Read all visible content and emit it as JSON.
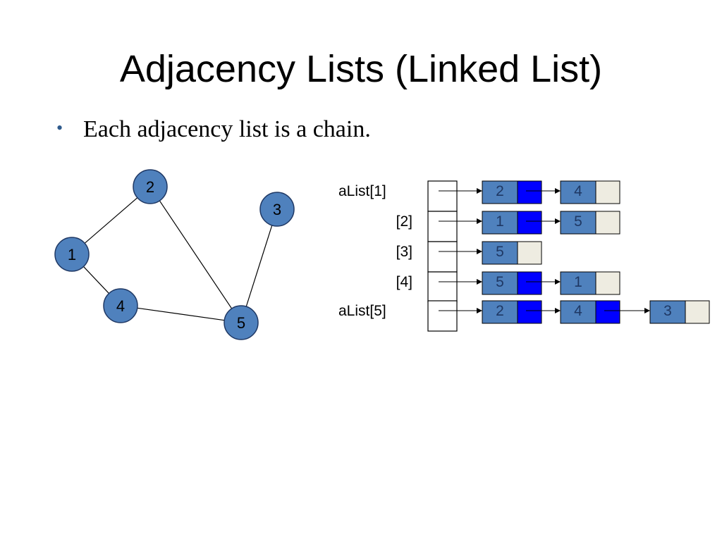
{
  "slide": {
    "title": "Adjacency Lists (Linked List)",
    "bullet": "Each adjacency list is a chain."
  },
  "colors": {
    "node_fill": "#4f81bd",
    "node_stroke": "#1f3864",
    "pointer_fill": "#0000ff",
    "null_fill": "#eeece1",
    "text_dark": "#1f3864"
  },
  "graph": {
    "nodes": [
      "1",
      "2",
      "3",
      "4",
      "5"
    ],
    "edges": [
      [
        "1",
        "2"
      ],
      [
        "1",
        "4"
      ],
      [
        "2",
        "5"
      ],
      [
        "4",
        "5"
      ],
      [
        "3",
        "5"
      ]
    ]
  },
  "adjacency": {
    "rows": [
      {
        "label": "aList[1]",
        "list": [
          "2",
          "4"
        ]
      },
      {
        "label": "[2]",
        "list": [
          "1",
          "5"
        ]
      },
      {
        "label": "[3]",
        "list": [
          "5"
        ]
      },
      {
        "label": "[4]",
        "list": [
          "5",
          "1"
        ]
      },
      {
        "label": "aList[5]",
        "list": [
          "2",
          "4",
          "3"
        ]
      }
    ]
  }
}
